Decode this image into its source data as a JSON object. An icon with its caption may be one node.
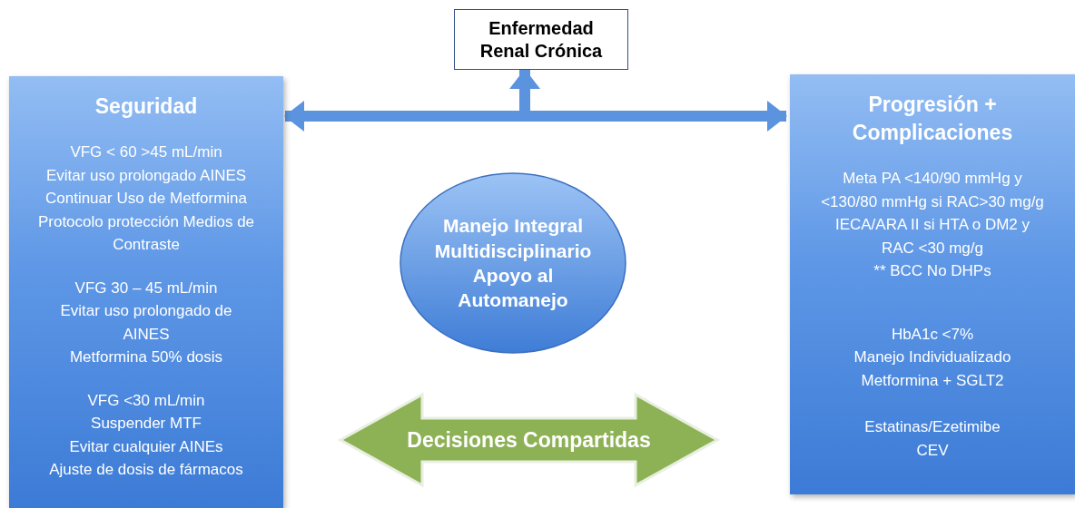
{
  "diagram": {
    "nodes": [
      {
        "text": [
          "Enfermedad Renal Crónica"
        ]
      },
      {
        "text": [
          "Seguridad",
          "VFG < 60 >45 mL/min",
          "Evitar uso prolongado AINES",
          "Continuar Uso de Metformina",
          "Protocolo protección Medios de Contraste",
          "VFG 30 – 45 mL/min",
          "Evitar uso prolongado de AINES",
          "Metformina 50% dosis",
          "VFG <30 mL/min",
          "Suspender MTF",
          "Evitar cualquier AINEs",
          "Ajuste de dosis de fármacos"
        ]
      },
      {
        "text": [
          "Progresión + Complicaciones",
          "Meta PA <140/90 mmHg y <130/80 mmHg si RAC>30 mg/g",
          "IECA/ARA II si HTA o DM2 y RAC <30 mg/g",
          "** BCC No DHPs",
          "HbA1c <7%",
          "Manejo Individualizado",
          "Metformina + SGLT2",
          "Estatinas/Ezetimibe",
          "CEV"
        ]
      },
      {
        "text": [
          "Manejo Integral Multidisciplinario",
          "Apoyo al Automanejo"
        ]
      },
      {
        "text": [
          "Decisiones Compartidas"
        ]
      }
    ],
    "edges": [
      {
        "from": 1,
        "to": 2,
        "arrow": "both"
      },
      {
        "from": null,
        "to": 0,
        "arrow": "to"
      }
    ]
  }
}
